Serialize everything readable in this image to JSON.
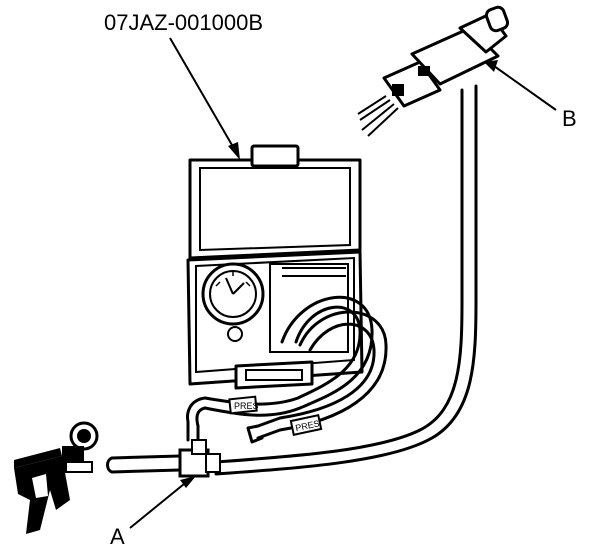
{
  "labels": {
    "kit_part_number": "07JAZ-001000B",
    "callout_a": "A",
    "callout_b": "B",
    "hose_marking_left": "PRES",
    "hose_marking_right": "PRES"
  },
  "icons": [
    "pressure-gauge-icon",
    "vacuum-pump-icon",
    "connector-icon",
    "tee-fitting-icon"
  ]
}
